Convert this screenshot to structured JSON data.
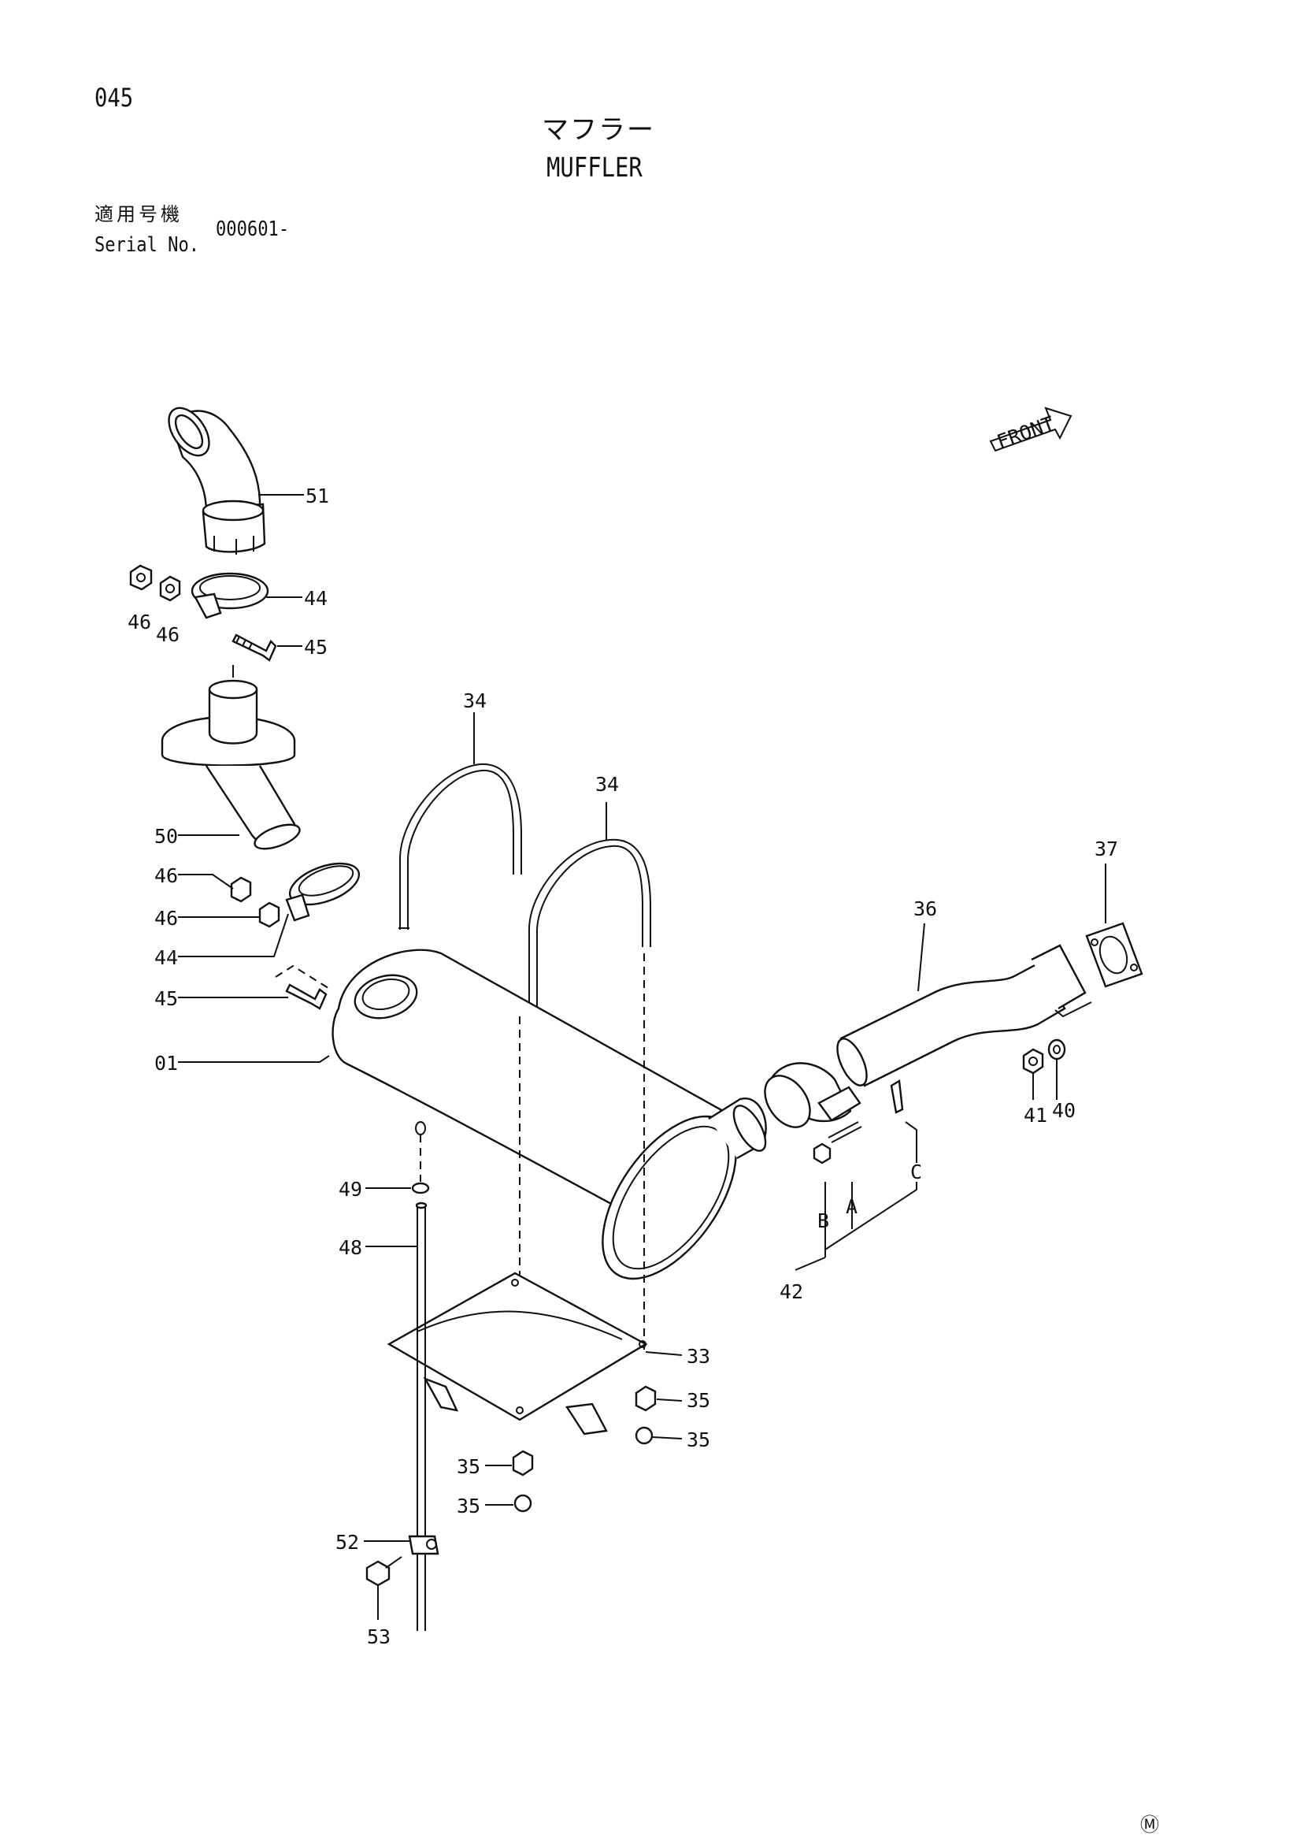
{
  "header": {
    "page_number": "045",
    "title_jp": "マフラー",
    "title_en": "MUFFLER",
    "serial_label_jp": "適用号機",
    "serial_label_en": "Serial No.",
    "serial_value": "000601-"
  },
  "front_arrow_label": "FRONT",
  "callouts": {
    "c51": "51",
    "c44a": "44",
    "c46a": "46",
    "c46b": "46",
    "c45a": "45",
    "c34a": "34",
    "c34b": "34",
    "c50": "50",
    "c46c": "46",
    "c46d": "46",
    "c44b": "44",
    "c45b": "45",
    "c01": "01",
    "c37": "37",
    "c36": "36",
    "c41": "41",
    "c40": "40",
    "c49": "49",
    "c48": "48",
    "c42": "42",
    "c33": "33",
    "c35a": "35",
    "c35b": "35",
    "c35c": "35",
    "c35d": "35",
    "c52": "52",
    "c53": "53",
    "refA": "A",
    "refB": "B",
    "refC": "C"
  },
  "footer_mark": "Ⓜ"
}
